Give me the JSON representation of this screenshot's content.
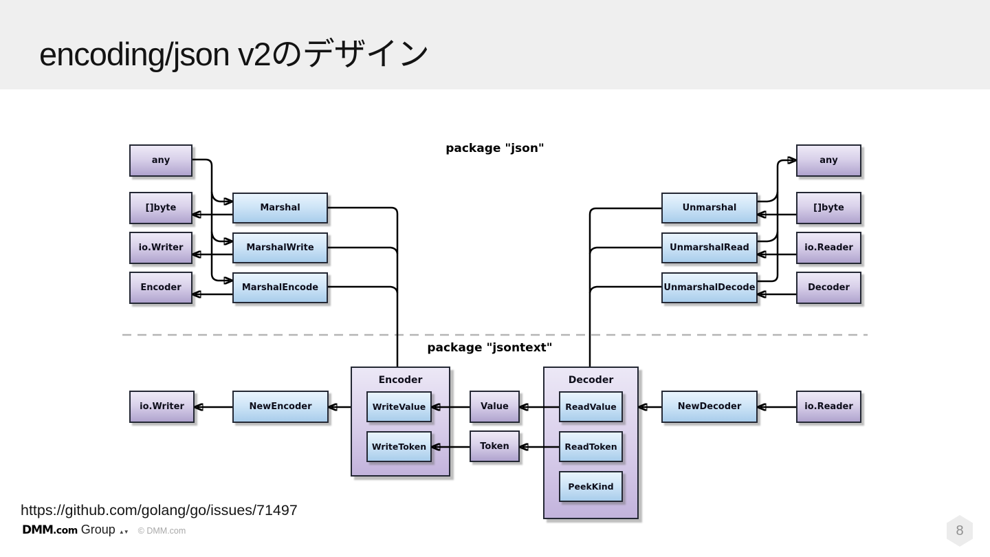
{
  "header": {
    "title": "encoding/json v2のデザイン"
  },
  "footer": {
    "url": "https://github.com/golang/go/issues/71497",
    "logo_dmm": "DMM",
    "logo_dotcom": ".com",
    "logo_group": "Group",
    "logo_mark": "▲▼",
    "copyright": "© DMM.com",
    "page_number": "8"
  },
  "diagram": {
    "package_json_label": "package \"json\"",
    "package_jsontext_label": "package \"jsontext\"",
    "marshal_side": {
      "types": [
        "any",
        "[]byte",
        "io.Writer",
        "Encoder"
      ],
      "funcs": [
        "Marshal",
        "MarshalWrite",
        "MarshalEncode"
      ]
    },
    "unmarshal_side": {
      "funcs": [
        "Unmarshal",
        "UnmarshalRead",
        "UnmarshalDecode"
      ],
      "types": [
        "any",
        "[]byte",
        "io.Reader",
        "Decoder"
      ]
    },
    "jsontext": {
      "io_writer": "io.Writer",
      "new_encoder": "NewEncoder",
      "encoder": {
        "title": "Encoder",
        "methods": [
          "WriteValue",
          "WriteToken"
        ]
      },
      "value": "Value",
      "token": "Token",
      "decoder": {
        "title": "Decoder",
        "methods": [
          "ReadValue",
          "ReadToken",
          "PeekKind"
        ]
      },
      "new_decoder": "NewDecoder",
      "io_reader": "io.Reader"
    },
    "colors": {
      "header_bg": "#efefef",
      "type_box_top": "#eeeaf7",
      "type_box_bottom": "#b0a3ce",
      "func_box_top": "#e9f4fd",
      "func_box_bottom": "#a9cdeb",
      "container_top": "#ece8f6",
      "container_bottom": "#c2b3dc",
      "box_border": "#232733",
      "arrow": "#000000",
      "divider_dash": "#b5b5b5"
    }
  }
}
